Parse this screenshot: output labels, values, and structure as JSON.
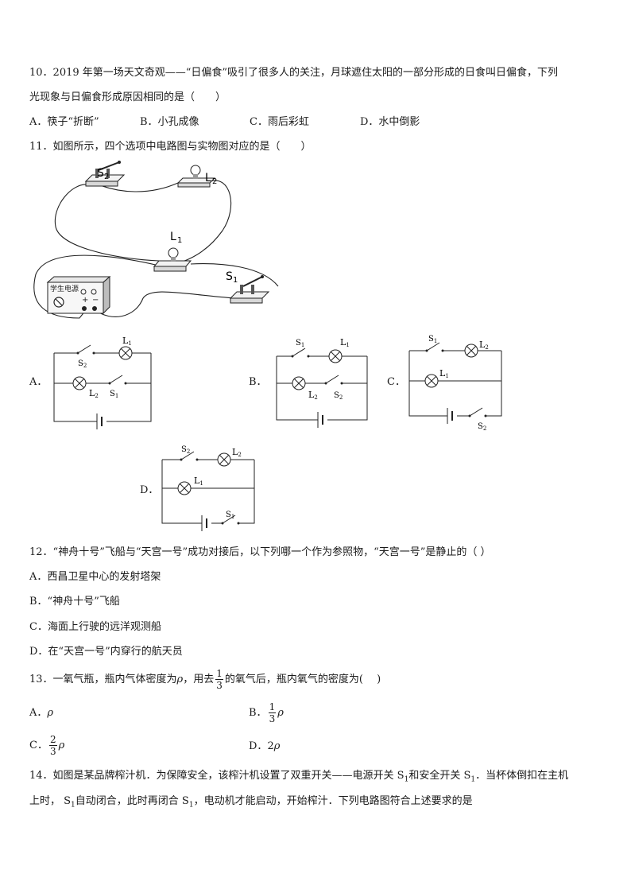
{
  "q10": {
    "line1": "10．2019 年第一场天文奇观——“日偏食”吸引了很多人的关注，月球遮住太阳的一部分形成的日食叫日偏食，下列",
    "line2": "光现象与日偏食形成原因相同的是（　　）",
    "a": "A．筷子“折断”",
    "b": "B．小孔成像",
    "c": "C．雨后彩虹",
    "d": "D．水中倒影"
  },
  "q11": {
    "stem": "11．如图所示，四个选项中电路图与实物图对应的是（　　）",
    "figure_labels": {
      "s2": "S",
      "s2_sub": "2",
      "l2": "L",
      "l2_sub": "2",
      "l1": "L",
      "l1_sub": "1",
      "s1": "S",
      "s1_sub": "1",
      "power": "学生电源"
    },
    "option_letters": {
      "a": "A．",
      "b": "B．",
      "c": "C．",
      "d": "D．"
    },
    "circuit_labels": {
      "l1": "L",
      "l2": "L",
      "s1": "S",
      "s2": "S",
      "sub1": "1",
      "sub2": "2"
    }
  },
  "q12": {
    "stem": "12．“神舟十号”飞船与“天宫一号”成功对接后，以下列哪一个作为参照物，“天宫一号”是静止的（ ）",
    "a": "A．西昌卫星中心的发射塔架",
    "b": "B．“神舟十号”飞船",
    "c": "C．海面上行驶的远洋观测船",
    "d": "D．在“天宫一号”内穿行的航天员"
  },
  "q13": {
    "stem_pre": "13．一氧气瓶，瓶内气体密度为",
    "rho": "ρ",
    "stem_mid": "，用去",
    "frac_num": "1",
    "frac_den": "3",
    "stem_post": "的氧气后，瓶内氧气的密度为(　 )",
    "a_label": "A．",
    "b_label": "B．",
    "c_label": "C．",
    "d_label": "D．",
    "b_num": "1",
    "b_den": "3",
    "c_num": "2",
    "c_den": "3",
    "d_coef": "2"
  },
  "q14": {
    "line1_pre": "14．如图是某品牌榨汁机．为保障安全，该榨汁机设置了双重开关——电源开关 S",
    "sub1": "1",
    "line1_mid": "和安全开关 S",
    "line1_post": "．当杯体倒扣在主机",
    "line2_pre": "上时， S",
    "line2_mid": "自动闭合，此时再闭合 S",
    "line2_post": "，电动机才能启动，开始榨汁．下列电路图符合上述要求的是"
  }
}
